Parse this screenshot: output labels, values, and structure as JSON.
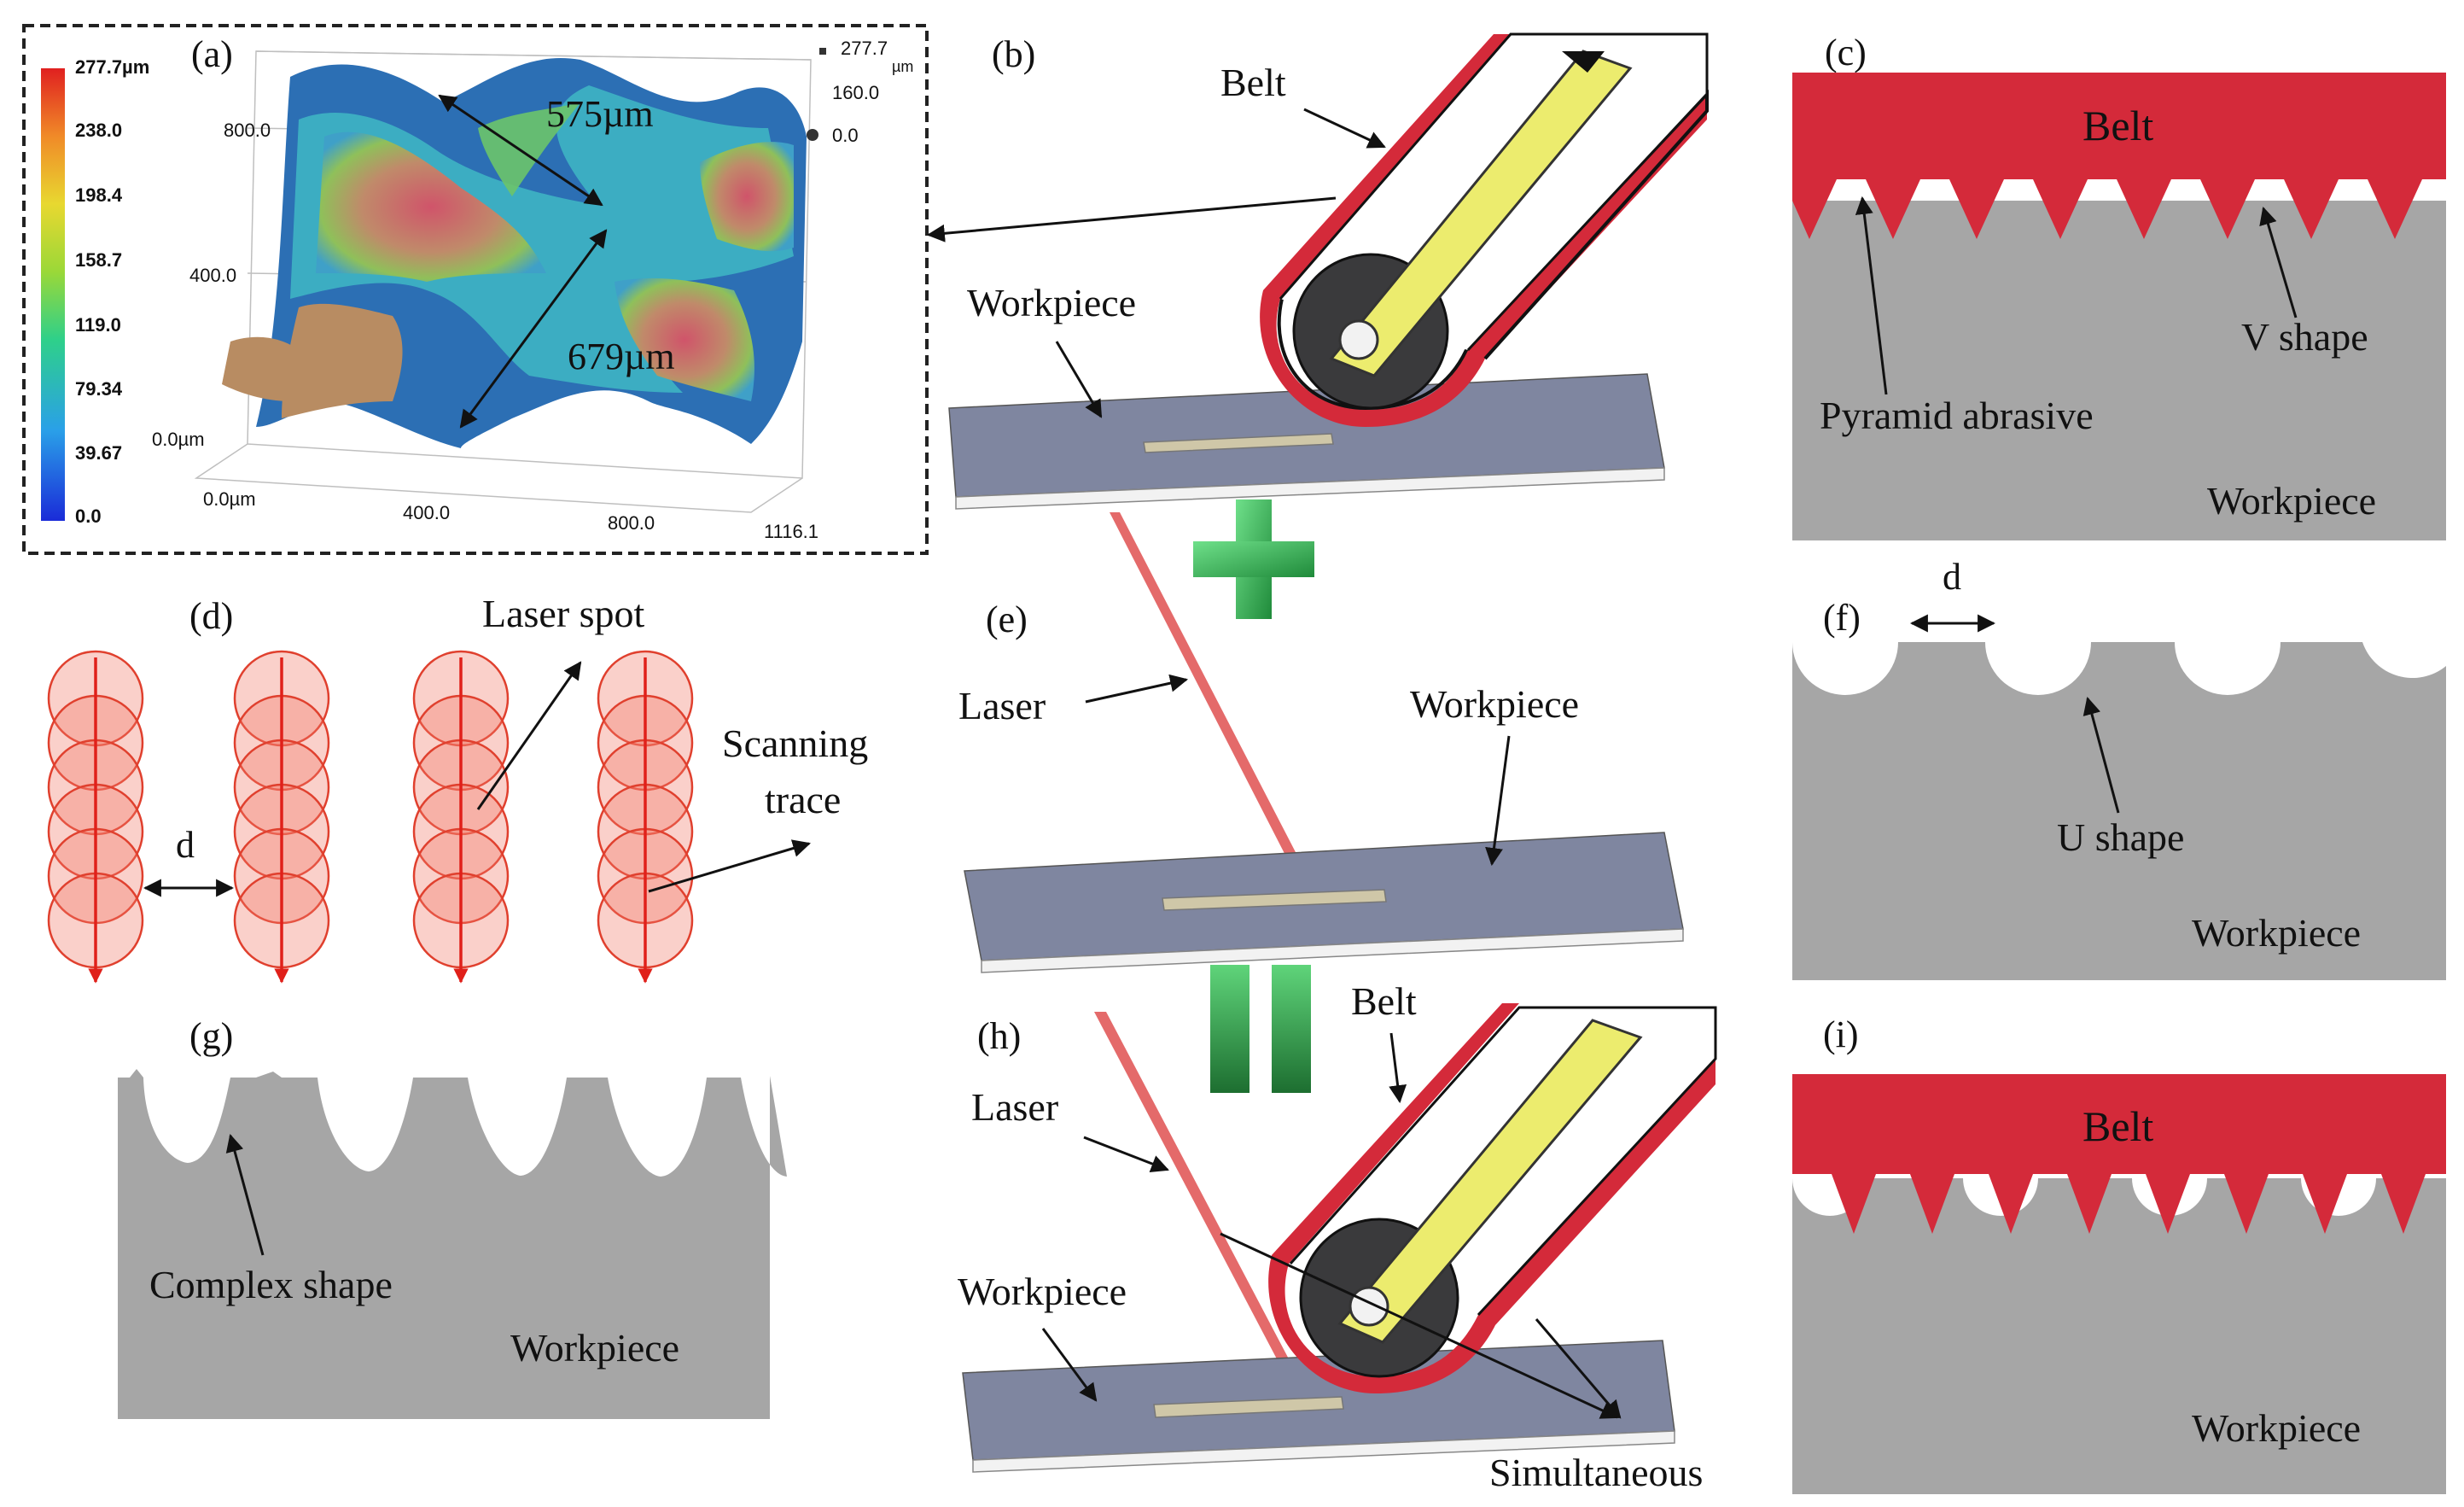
{
  "panel_labels": {
    "a": "(a)",
    "b": "(b)",
    "c": "(c)",
    "d": "(d)",
    "e": "(e)",
    "f": "(f)",
    "g": "(g)",
    "h": "(h)",
    "i": "(i)"
  },
  "panel_a": {
    "colorbar_ticks": [
      "277.7µm",
      "238.0",
      "198.4",
      "158.7",
      "119.0",
      "79.34",
      "39.67",
      "0.0"
    ],
    "z_legend": [
      "277.7",
      "µm",
      "160.0",
      "0.0"
    ],
    "y_ticks": [
      "800.0",
      "400.0",
      "0.0µm"
    ],
    "x_ticks": [
      "0.0µm",
      "400.0",
      "800.0",
      "1116.1"
    ],
    "measure_top": "575µm",
    "measure_bottom": "679µm"
  },
  "panel_b": {
    "belt": "Belt",
    "workpiece": "Workpiece"
  },
  "panel_c": {
    "belt": "Belt",
    "v_shape": "V shape",
    "pyramid": "Pyramid abrasive",
    "workpiece": "Workpiece"
  },
  "panel_d": {
    "laser_spot": "Laser spot",
    "scanning_1": "Scanning",
    "scanning_2": "trace",
    "d": "d"
  },
  "panel_e": {
    "laser": "Laser",
    "workpiece": "Workpiece"
  },
  "panel_f": {
    "d": "d",
    "u_shape": "U shape",
    "workpiece": "Workpiece"
  },
  "panel_g": {
    "complex": "Complex shape",
    "workpiece": "Workpiece"
  },
  "panel_h": {
    "belt": "Belt",
    "laser": "Laser",
    "workpiece": "Workpiece",
    "simultaneous": "Simultaneous"
  },
  "panel_i": {
    "belt": "Belt",
    "workpiece": "Workpiece"
  },
  "colors": {
    "belt_red": "#d42a3a",
    "workpiece_gray": "#a6a6a6",
    "plate_blue": "#7f86a0",
    "laser_red": "#e46a6a",
    "roller": "#3a3a3c",
    "arm_yellow": "#ecec6e",
    "plus_green": "#3fbf5f",
    "spot_red": "#f07868"
  }
}
